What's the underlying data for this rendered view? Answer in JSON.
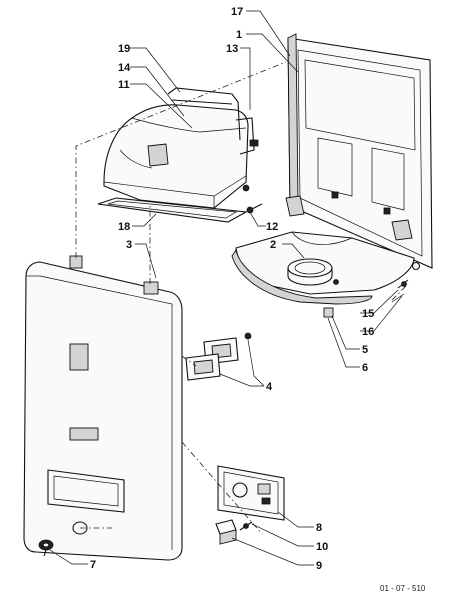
{
  "diagram": {
    "reference_code": "01 - 07 - 510",
    "callouts": [
      "17",
      "1",
      "19",
      "13",
      "14",
      "11",
      "2",
      "3",
      "18",
      "12",
      "15",
      "16",
      "5",
      "6",
      "4",
      "8",
      "10",
      "7",
      "9"
    ]
  }
}
